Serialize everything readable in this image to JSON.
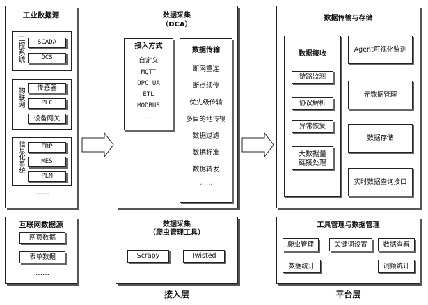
{
  "industrial": {
    "title": "工业数据源",
    "control": {
      "label": "工控系统",
      "items": [
        "SCADA",
        "DCS"
      ]
    },
    "iot": {
      "label": "物联网",
      "items": [
        "传感器",
        "PLC",
        "设备网关"
      ]
    },
    "info": {
      "label": "信息化系统",
      "items": [
        "ERP",
        "MES",
        "PLM"
      ]
    },
    "ellipsis": "……"
  },
  "internet": {
    "title": "互联网数据源",
    "items": [
      "网页数据",
      "表单数据"
    ],
    "ellipsis": "……"
  },
  "dca": {
    "title_line1": "数据采集",
    "title_line2": "（DCA）",
    "access": {
      "title": "接入方式",
      "items": [
        "自定义",
        "MQTT",
        "OPC UA",
        "ETL",
        "MODBUS"
      ],
      "ellipsis": "……"
    },
    "transfer": {
      "title": "数据传输",
      "items": [
        "断网重连",
        "断点续传",
        "优先级传输",
        "多目的地传输",
        "数据过滤",
        "数据标准",
        "数据转发"
      ],
      "ellipsis": "……"
    }
  },
  "crawler": {
    "title_line1": "数据采集",
    "title_line2": "（爬虫管理工具）",
    "items": [
      "Scrapy",
      "Twisted"
    ]
  },
  "storage": {
    "title": "数据传输与存储",
    "receive": {
      "title": "数据接收",
      "items": [
        "链路监测",
        "协议解析",
        "异常恢复",
        "大数据量链接处理"
      ]
    },
    "right_items": [
      "Agent可视化监测",
      "元数据管理",
      "数据存储",
      "实时数据查询接口"
    ]
  },
  "tools": {
    "title": "工具管理与数据管理",
    "row1": [
      "爬虫管理",
      "关键词设置",
      "数据查看"
    ],
    "row2": [
      "数据统计",
      "词频统计"
    ]
  },
  "layers": {
    "access": "接入层",
    "platform": "平台层"
  }
}
